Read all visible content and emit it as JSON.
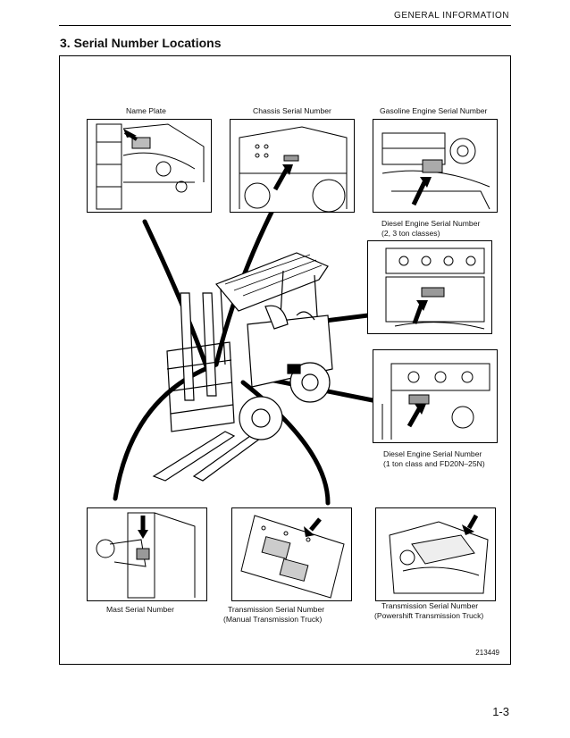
{
  "header": {
    "section_label": "GENERAL INFORMATION"
  },
  "section": {
    "title": "3. Serial Number Locations"
  },
  "figure": {
    "callouts": {
      "name_plate": "Name Plate",
      "chassis": "Chassis Serial Number",
      "gasoline_engine": "Gasoline Engine Serial Number",
      "diesel_23_line1": "Diesel Engine Serial Number",
      "diesel_23_line2": "(2, 3 ton classes)",
      "diesel_1_line1": "Diesel Engine Serial Number",
      "diesel_1_line2": "(1 ton class and FD20N–25N)",
      "mast": "Mast Serial Number",
      "trans_manual_line1": "Transmission Serial Number",
      "trans_manual_line2": "(Manual Transmission Truck)",
      "trans_power_line1": "Transmission Serial Number",
      "trans_power_line2": "(Powershift Transmission Truck)"
    },
    "figure_id": "213449"
  },
  "footer": {
    "page_number": "1-3"
  }
}
